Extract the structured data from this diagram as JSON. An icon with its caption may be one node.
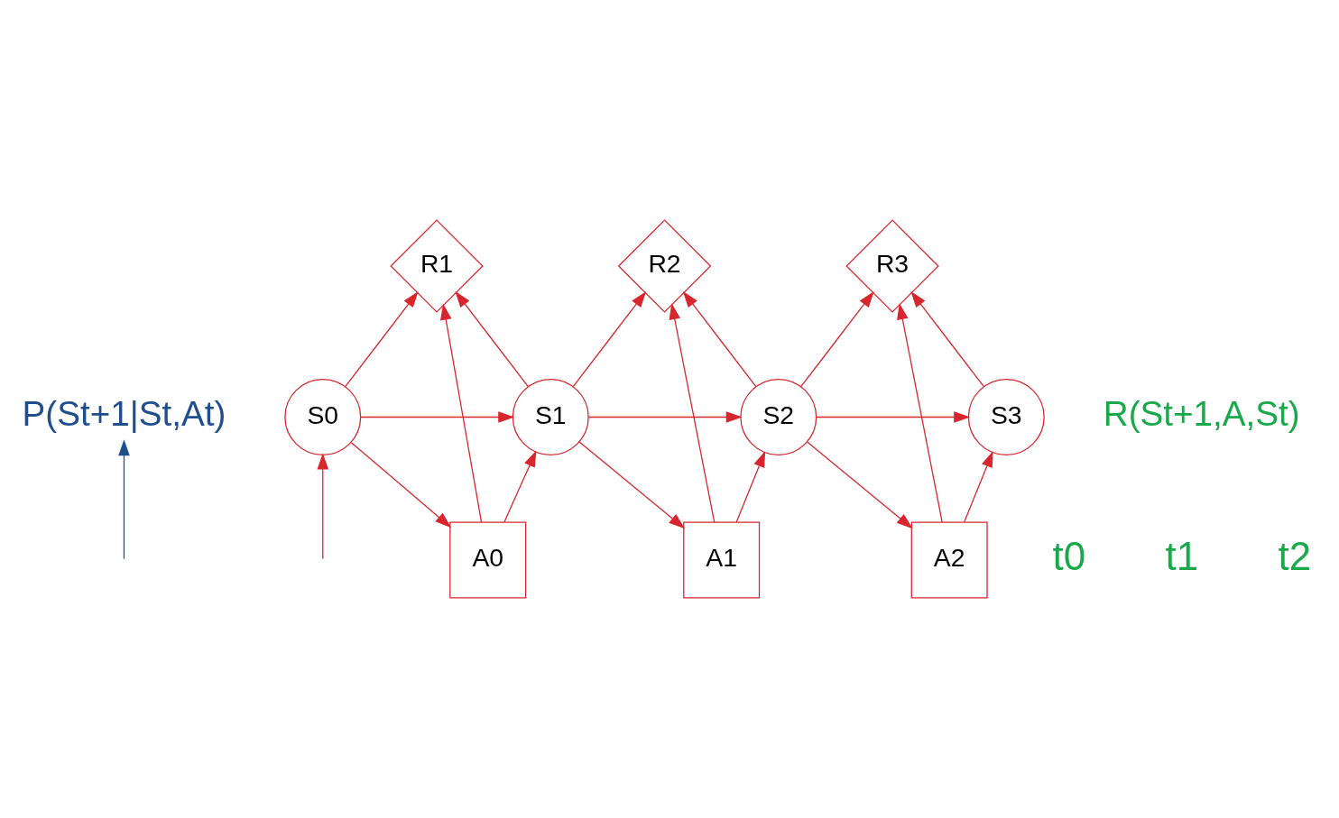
{
  "diagram": {
    "nodes": [
      {
        "text": [
          "P(St+1|St,At)"
        ]
      },
      {
        "text": [
          "R1"
        ]
      },
      {
        "text": [
          "R2"
        ]
      },
      {
        "text": [
          "R3"
        ]
      },
      {
        "text": [
          "S0"
        ]
      },
      {
        "text": [
          "S1"
        ]
      },
      {
        "text": [
          "S2"
        ]
      },
      {
        "text": [
          "S3"
        ]
      },
      {
        "text": [
          "A0"
        ]
      },
      {
        "text": [
          "A1"
        ]
      },
      {
        "text": [
          "A2"
        ]
      }
    ],
    "edges": [
      {
        "from": null,
        "to": 4,
        "arrow": "to"
      },
      {
        "from": 4,
        "to": 5,
        "arrow": "to"
      },
      {
        "from": 5,
        "to": 6,
        "arrow": "to"
      },
      {
        "from": 6,
        "to": 7,
        "arrow": "to"
      },
      {
        "from": 4,
        "to": 1,
        "arrow": "to"
      },
      {
        "from": 8,
        "to": 1,
        "arrow": "to"
      },
      {
        "from": 8,
        "to": 5,
        "arrow": "to"
      },
      {
        "from": 5,
        "to": 1,
        "arrow": "to"
      },
      {
        "from": 5,
        "to": 2,
        "arrow": "to"
      },
      {
        "from": 9,
        "to": 2,
        "arrow": "to"
      },
      {
        "from": 9,
        "to": 6,
        "arrow": "to"
      },
      {
        "from": 6,
        "to": 2,
        "arrow": "to"
      },
      {
        "from": 6,
        "to": 3,
        "arrow": "to"
      },
      {
        "from": 10,
        "to": 3,
        "arrow": "to"
      },
      {
        "from": 10,
        "to": 7,
        "arrow": "to"
      },
      {
        "from": 7,
        "to": 3,
        "arrow": "to"
      },
      {
        "from": 4,
        "to": 8,
        "arrow": "to"
      },
      {
        "from": 5,
        "to": 9,
        "arrow": "to"
      },
      {
        "from": 6,
        "to": 10,
        "arrow": "to"
      },
      {
        "from": null,
        "to": 0,
        "arrow": "to",
        "color": "#1f4e8c"
      }
    ],
    "labels": [
      "R(St+1,A,St)",
      "t0",
      "t1",
      "t2"
    ]
  }
}
